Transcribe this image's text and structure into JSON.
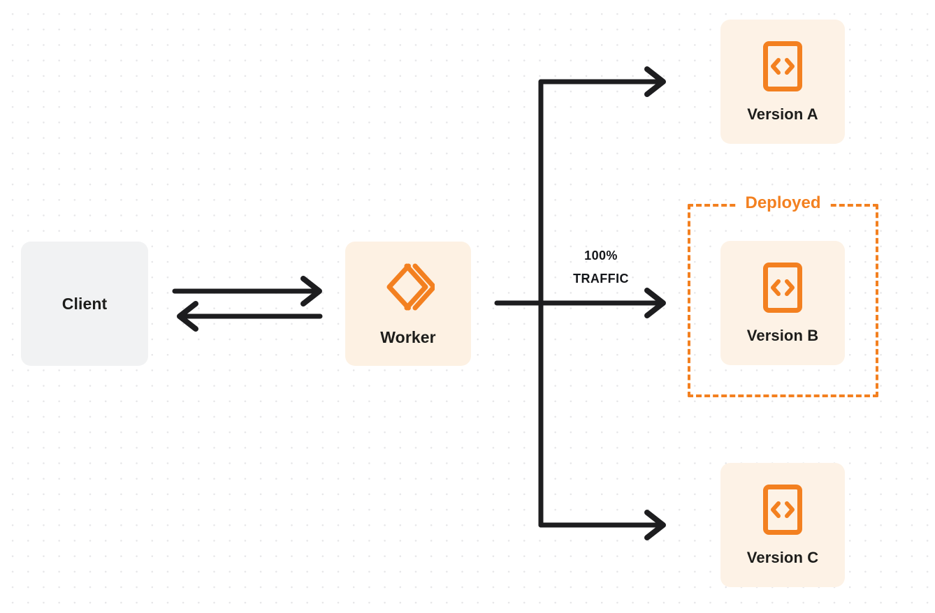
{
  "diagram": {
    "title": "Worker version traffic routing",
    "background": {
      "color": "#ffffff",
      "dot_color": "#e6e6e8",
      "dot_spacing": 22
    },
    "colors": {
      "orange": "#f38020",
      "version_card_bg": "#fdf2e6",
      "worker_card_bg": "#fdf1e3",
      "client_card_bg": "#f1f2f3",
      "text_dark": "#1d1d1b",
      "connector": "#1d1d1f"
    },
    "nodes": {
      "client": {
        "label": "Client",
        "icon": null
      },
      "worker": {
        "label": "Worker",
        "icon": "cloudflare-workers-logo-icon"
      },
      "version_a": {
        "label": "Version A",
        "icon": "code-file-icon"
      },
      "version_b": {
        "label": "Version B",
        "icon": "code-file-icon"
      },
      "version_c": {
        "label": "Version C",
        "icon": "code-file-icon"
      }
    },
    "group": {
      "deployed_label": "Deployed",
      "contains": "version_b",
      "border_style": "dashed"
    },
    "traffic": {
      "percent": "100%",
      "caption": "TRAFFIC",
      "target": "Version B"
    },
    "connectors": [
      {
        "name": "client-to-worker",
        "from": "client",
        "to": "worker",
        "direction": "right",
        "arrowhead": "open-v"
      },
      {
        "name": "worker-to-client",
        "from": "worker",
        "to": "client",
        "direction": "left",
        "arrowhead": "open-v"
      },
      {
        "name": "worker-to-version-a",
        "from": "worker",
        "to": "version_a",
        "direction": "right",
        "arrowhead": "open-v"
      },
      {
        "name": "worker-to-version-b",
        "from": "worker",
        "to": "version_b",
        "direction": "right",
        "arrowhead": "open-v"
      },
      {
        "name": "worker-to-version-c",
        "from": "worker",
        "to": "version_c",
        "direction": "right",
        "arrowhead": "open-v"
      }
    ]
  }
}
